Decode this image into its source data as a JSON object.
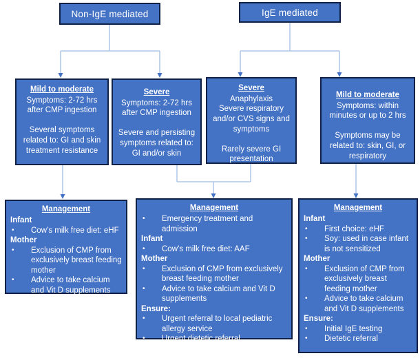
{
  "colors": {
    "box_fill": "#4472C4",
    "box_border": "#0f2044",
    "connector_line": "#AFC7E9",
    "arrowhead": "#4472C4",
    "text": "#FFFFFF"
  },
  "top": {
    "non_ige": "Non-IgE mediated",
    "ige": "IgE mediated"
  },
  "classification": [
    {
      "title": "Mild to moderate",
      "paras": [
        "Symptoms: 2-72 hrs after CMP ingestion",
        "Several symptoms related to: GI and skin treatment resistance"
      ]
    },
    {
      "title": "Severe",
      "paras": [
        "Symptoms: 2-72 hrs after CMP ingestion",
        "Severe and persisting symptoms related to: GI and/or skin"
      ]
    },
    {
      "title": "Severe",
      "paras": [
        "Anaphylaxis",
        "Severe respiratory and/or CVS signs and symptoms",
        "Rarely severe GI presentation"
      ]
    },
    {
      "title": "Mild to moderate",
      "paras": [
        "Symptoms: within minutes or up to 2 hrs",
        "Symptoms may be related to: skin, GI, or respiratory"
      ]
    }
  ],
  "management": [
    {
      "title": "Management",
      "items": [
        {
          "type": "heading",
          "text": "Infant"
        },
        {
          "type": "bullet",
          "text": "Cow’s milk free diet: eHF"
        },
        {
          "type": "heading",
          "text": "Mother"
        },
        {
          "type": "bullet",
          "text": "Exclusion of CMP from exclusively breast feeding mother"
        },
        {
          "type": "bullet",
          "text": "Advice to take calcium and Vit D supplements"
        }
      ]
    },
    {
      "title": "Management",
      "items": [
        {
          "type": "bullet",
          "text": "Emergency treatment and admission"
        },
        {
          "type": "heading",
          "text": "Infant"
        },
        {
          "type": "bullet",
          "text": "Cow’s milk free diet: AAF"
        },
        {
          "type": "heading",
          "text": "Mother"
        },
        {
          "type": "bullet",
          "text": "Exclusion of CMP from exclusively breast feeding mother"
        },
        {
          "type": "bullet",
          "text": "Advice to take calcium and Vit D supplements"
        },
        {
          "type": "heading",
          "text": "Ensure:"
        },
        {
          "type": "bullet",
          "text": "Urgent referral to local pediatric allergy service"
        },
        {
          "type": "bullet",
          "text": "Urgent dietetic referral"
        }
      ]
    },
    {
      "title": "Management",
      "items": [
        {
          "type": "heading",
          "text": "Infant"
        },
        {
          "type": "bullet",
          "text": "First choice: eHF"
        },
        {
          "type": "bullet",
          "text": "Soy: used in case infant is not sensitized"
        },
        {
          "type": "heading",
          "text": "Mother"
        },
        {
          "type": "bullet",
          "text": "Exclusion of CMP from exclusively breast feeding mother"
        },
        {
          "type": "bullet",
          "text": "Advice to take calcium and Vit D supplements"
        },
        {
          "type": "heading",
          "text": "Ensure:"
        },
        {
          "type": "bullet",
          "text": "Initial IgE testing"
        },
        {
          "type": "bullet",
          "text": "Dietetic referral"
        }
      ]
    }
  ],
  "bullet_glyph": "•"
}
